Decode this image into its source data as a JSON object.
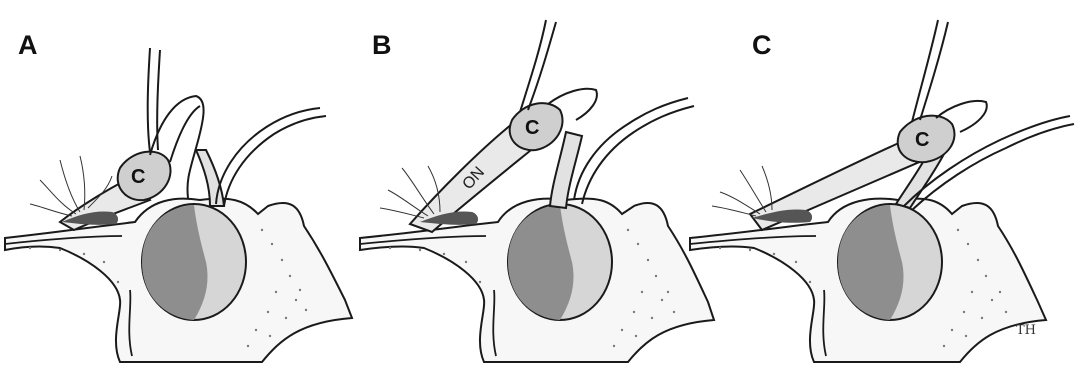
{
  "panels": [
    {
      "letter": "A",
      "chiasm_label": "C"
    },
    {
      "letter": "B",
      "chiasm_label": "C",
      "nerve_label": "ON"
    },
    {
      "letter": "C",
      "chiasm_label": "C"
    }
  ],
  "signature": "TH"
}
